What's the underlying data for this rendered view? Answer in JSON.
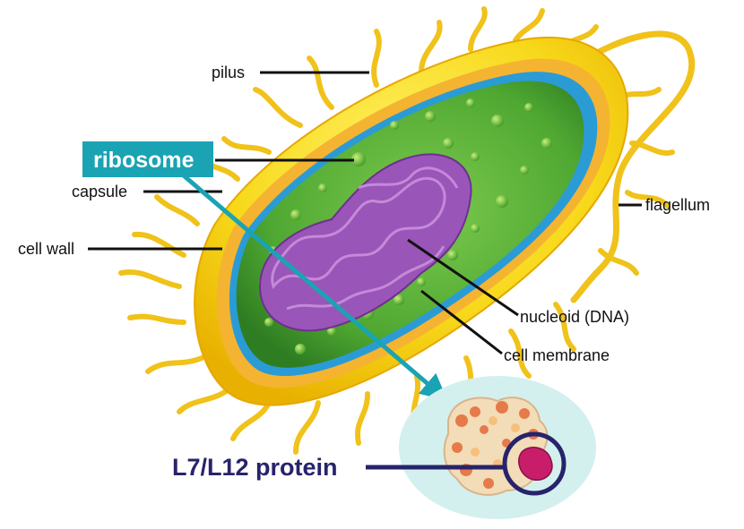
{
  "labels": {
    "pilus": "pilus",
    "ribosome": "ribosome",
    "capsule": "capsule",
    "cell_wall": "cell wall",
    "flagellum": "flagellum",
    "nucleoid": "nucleoid (DNA)",
    "cell_membrane": "cell membrane",
    "protein": "L7/L12 protein"
  },
  "colors": {
    "capsule": "#f7d81a",
    "capsule_edge": "#e6a800",
    "cell_wall": "#f4b431",
    "membrane": "#2b9bd6",
    "cytoplasm": "#4fa832",
    "nucleoid": "#9a55b8",
    "ribosome_badge": "#1aa3b3",
    "arrow": "#1aa3b3",
    "protein_circle": "#27236b",
    "zoom_bg": "#d3f0ef"
  },
  "icons": [
    "bacterium-illustration",
    "ribosome-structure-image"
  ]
}
